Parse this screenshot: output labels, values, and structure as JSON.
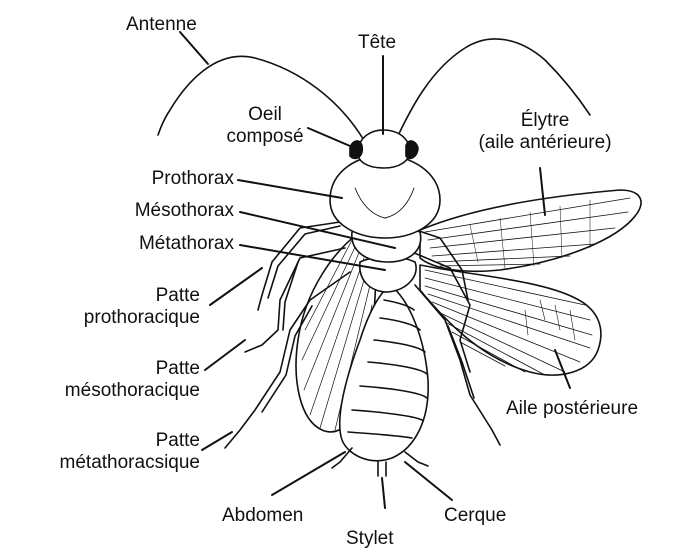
{
  "labels": {
    "antenne": "Antenne",
    "tete": "Tête",
    "oeil_line1": "Oeil",
    "oeil_line2": "composé",
    "elytre_line1": "Élytre",
    "elytre_line2": "(aile antérieure)",
    "prothorax": "Prothorax",
    "mesothorax": "Mésothorax",
    "metathorax": "Métathorax",
    "patte_pro_line1": "Patte",
    "patte_pro_line2": "prothoracique",
    "patte_meso_line1": "Patte",
    "patte_meso_line2": "mésothoracique",
    "patte_meta_line1": "Patte",
    "patte_meta_line2": "métathoracsique",
    "aile_posterieure": "Aile postérieure",
    "abdomen": "Abdomen",
    "stylet": "Stylet",
    "cerque": "Cerque"
  }
}
